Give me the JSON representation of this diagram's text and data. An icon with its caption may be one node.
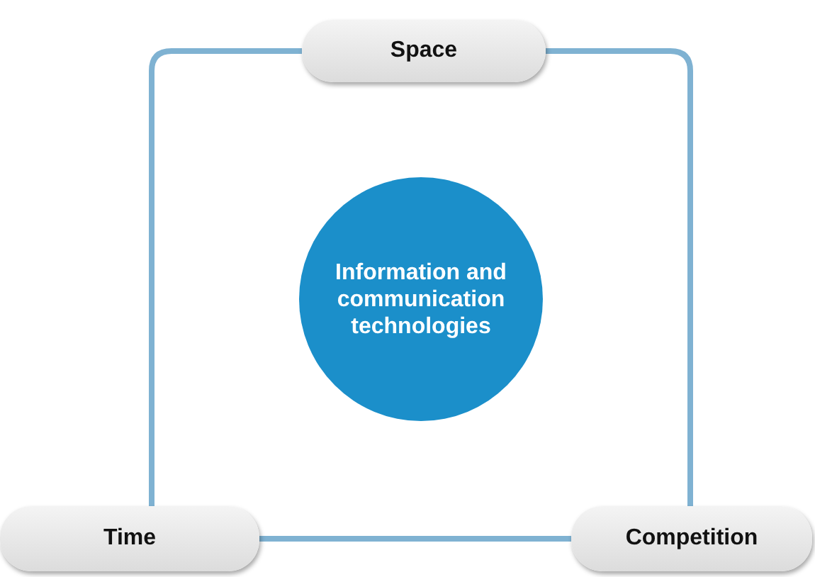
{
  "diagram": {
    "nodes": [
      {
        "text": [
          "Space"
        ]
      },
      {
        "text": [
          "Information and communication technologies"
        ]
      },
      {
        "text": [
          "Time"
        ]
      },
      {
        "text": [
          "Competition"
        ]
      }
    ],
    "edges": [
      {
        "from": 0,
        "to": 2,
        "arrow": "none"
      },
      {
        "from": 2,
        "to": 3,
        "arrow": "none"
      },
      {
        "from": 3,
        "to": 0,
        "arrow": "none"
      }
    ]
  }
}
